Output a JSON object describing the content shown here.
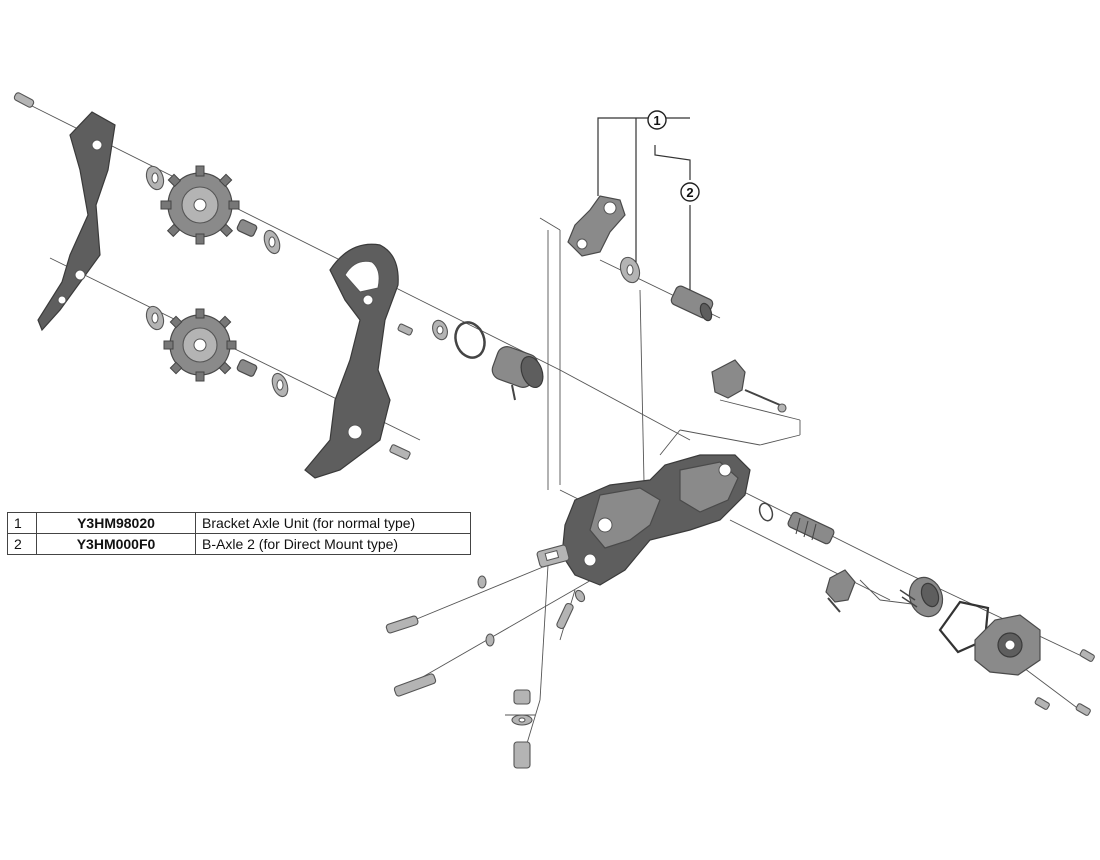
{
  "callouts": [
    {
      "label": "1"
    },
    {
      "label": "2"
    }
  ],
  "parts_table": {
    "rows": [
      {
        "num": "1",
        "code": "Y3HM98020",
        "description": "Bracket Axle Unit (for normal type)"
      },
      {
        "num": "2",
        "code": "Y3HM000F0",
        "description": "B-Axle 2 (for Direct Mount type)"
      }
    ]
  },
  "colors": {
    "part_fill": "#8a8a8a",
    "part_dark": "#5e5e5e",
    "line": "#555555",
    "background": "#ffffff"
  }
}
